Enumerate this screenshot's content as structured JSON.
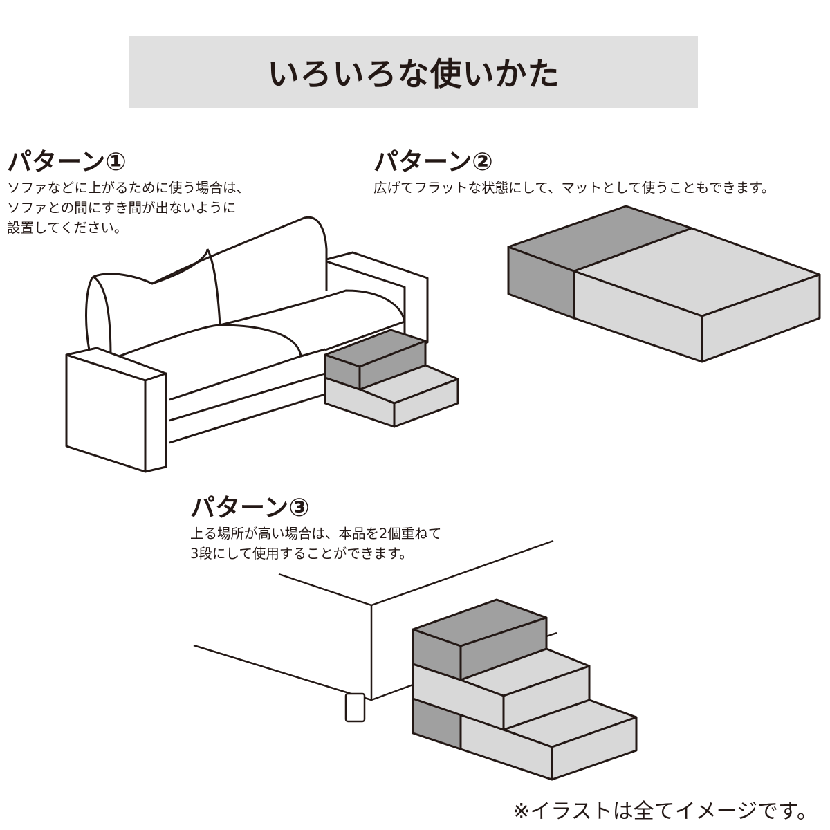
{
  "banner": {
    "title": "いろいろな使いかた"
  },
  "patterns": [
    {
      "title": "パターン①",
      "lines": [
        "ソファなどに上がるために使う場合は、",
        "ソファとの間にすき間が出ないように",
        "設置してください。"
      ]
    },
    {
      "title": "パターン②",
      "lines": [
        "広げてフラットな状態にして、マットとして使うこともできます。"
      ]
    },
    {
      "title": "パターン③",
      "lines": [
        "上る場所が高い場合は、本品を2個重ねて",
        "3段にして使用することができます。"
      ]
    }
  ],
  "note": "※イラストは全てイメージです。",
  "colors": {
    "banner": "#e0e0e0",
    "dark_block": "#a0a0a0",
    "light_block": "#d8d8d8",
    "outline": "#231815"
  }
}
